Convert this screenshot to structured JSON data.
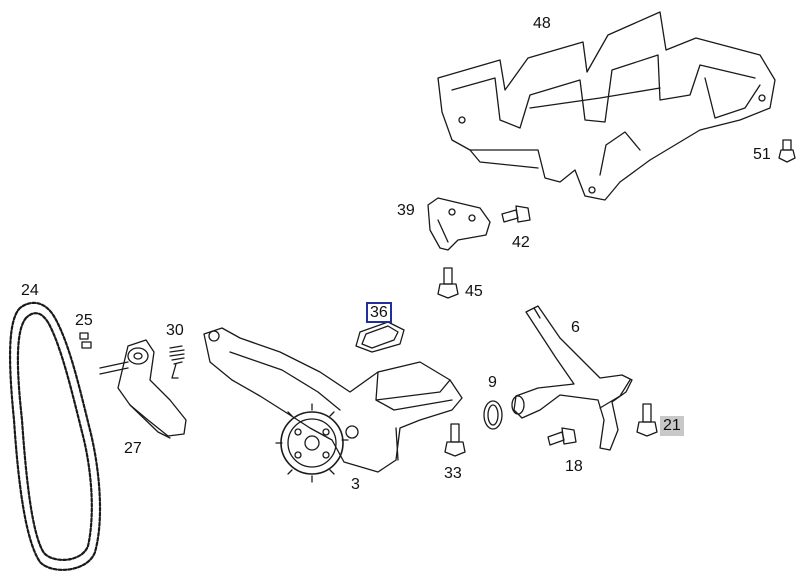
{
  "diagram": {
    "callouts": {
      "c48": "48",
      "c51": "51",
      "c39": "39",
      "c42": "42",
      "c45": "45",
      "c24": "24",
      "c25": "25",
      "c30": "30",
      "c36": "36",
      "c6": "6",
      "c9": "9",
      "c21": "21",
      "c27": "27",
      "c33": "33",
      "c18": "18",
      "c3": "3"
    },
    "highlight": {
      "boxed": "36",
      "shaded": "21"
    },
    "colors": {
      "line": "#1a1a1a",
      "box_border": "#1f2f9c",
      "shade": "#c8c8c8"
    }
  }
}
